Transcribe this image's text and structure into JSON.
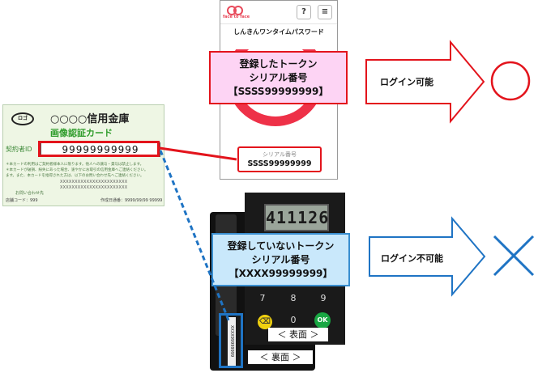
{
  "phone": {
    "logo_text": "face to face",
    "help_label": "?",
    "menu_label": "≡",
    "title": "しんきんワンタイムパスワード",
    "serial_label": "シリアル番号",
    "serial_value": "SSSS99999999"
  },
  "registered": {
    "line1": "登録したトークン",
    "line2": "シリアル番号",
    "line3": "【SSSS99999999】",
    "result": "ログイン可能"
  },
  "unregistered": {
    "line1": "登録していないトークン",
    "line2": "シリアル番号",
    "line3": "【XXXX99999999】",
    "result": "ログイン不可能"
  },
  "card": {
    "logo": "ロゴ",
    "bank_name": "○○○○信用金庫",
    "card_type": "画像認証カード",
    "id_label": "契約者ID",
    "id_value": "99999999999",
    "note1": "＊本カードの利用はご契約者様本人に限ります。他人への譲与・貸与は禁止します。",
    "note2": "＊本カードが破損、紛失にあった場合、速やかにお取引の信用金庫へご連絡ください。",
    "note3": "ます。また、本カードを拾得された方は、以下のお問い合わせ先へご連絡ください。",
    "x_line1": "XXXXXXXXXXXXXXXXXXXXXXX",
    "x_line2": "XXXXXXXXXXXXXXXXXXXXXXX",
    "inquiry": "お問い合わせ先",
    "branch_code": "店舗コード：999",
    "created_date": "作成日通番：9999/99/99 99999"
  },
  "token": {
    "display": "411126",
    "keys_row": [
      "7",
      "8",
      "9"
    ],
    "zero": "0",
    "clear": "⌫",
    "ok": "OK",
    "front_label": "＜ 表面 ＞",
    "back_label": "＜ 裏面 ＞",
    "back_serial": "XXXX99999999"
  },
  "colors": {
    "registered_border": "#e3141c",
    "registered_fill": "#fdd4f4",
    "unregistered_border": "#3a8fd0",
    "unregistered_fill": "#c9e8fb",
    "ok_mark": "#e3141c",
    "ng_mark": "#1f74c4"
  }
}
